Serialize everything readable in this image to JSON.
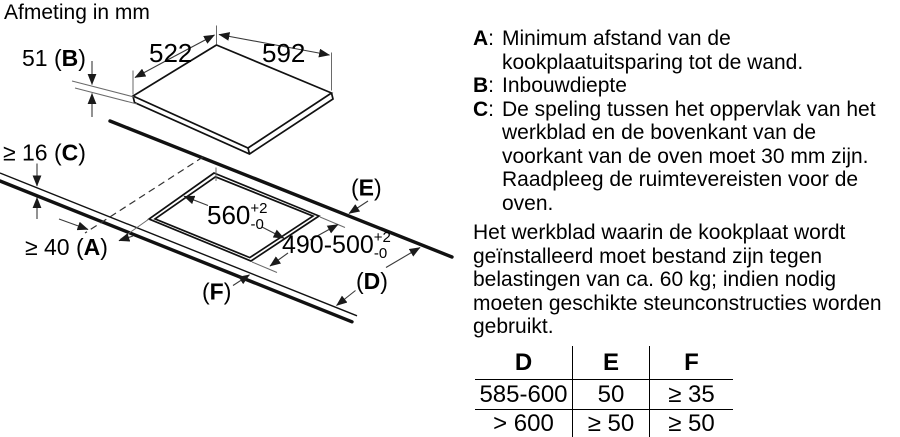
{
  "title": "Afmeting in mm",
  "diagram": {
    "dim_522": "522",
    "dim_592": "592",
    "dim_b": {
      "pre": "51 (",
      "key": "B",
      "post": ")"
    },
    "dim_c": {
      "pre": "≥ 16 (",
      "key": "C",
      "post": ")"
    },
    "dim_a": {
      "pre": "≥ 40 (",
      "key": "A",
      "post": ")"
    },
    "dim_560": {
      "main": "560",
      "tol_plus": "+2",
      "tol_minus": "-0"
    },
    "dim_490": {
      "main": "490-500",
      "tol_plus": "+2",
      "tol_minus": "-0"
    },
    "label_e": {
      "pre": "(",
      "key": "E",
      "post": ")"
    },
    "label_f": {
      "pre": "(",
      "key": "F",
      "post": ")"
    },
    "label_d": {
      "pre": "(",
      "key": "D",
      "post": ")"
    }
  },
  "legend": {
    "separator": ":",
    "entries": [
      {
        "key": "A",
        "text": "Minimum afstand van de kookplaatuitsparing tot de wand."
      },
      {
        "key": "B",
        "text": "Inbouwdiepte"
      },
      {
        "key": "C",
        "text": "De speling tussen het oppervlak van het werkblad en de bovenkant van de voorkant van de oven moet 30 mm zijn. Raadpleeg de ruimtevereisten voor de oven."
      }
    ]
  },
  "paragraph": "Het werkblad waarin de kookplaat wordt geïnstalleerd moet bestand zijn tegen belastingen van ca. 60 kg; indien nodig moeten geschikte steunconstructies worden gebruikt.",
  "table": {
    "headers": [
      "D",
      "E",
      "F"
    ],
    "rows": [
      [
        "585-600",
        "50",
        "≥ 35"
      ],
      [
        "> 600",
        "≥ 50",
        "≥ 50"
      ]
    ]
  },
  "colors": {
    "ink": "#000000",
    "background": "#ffffff"
  }
}
